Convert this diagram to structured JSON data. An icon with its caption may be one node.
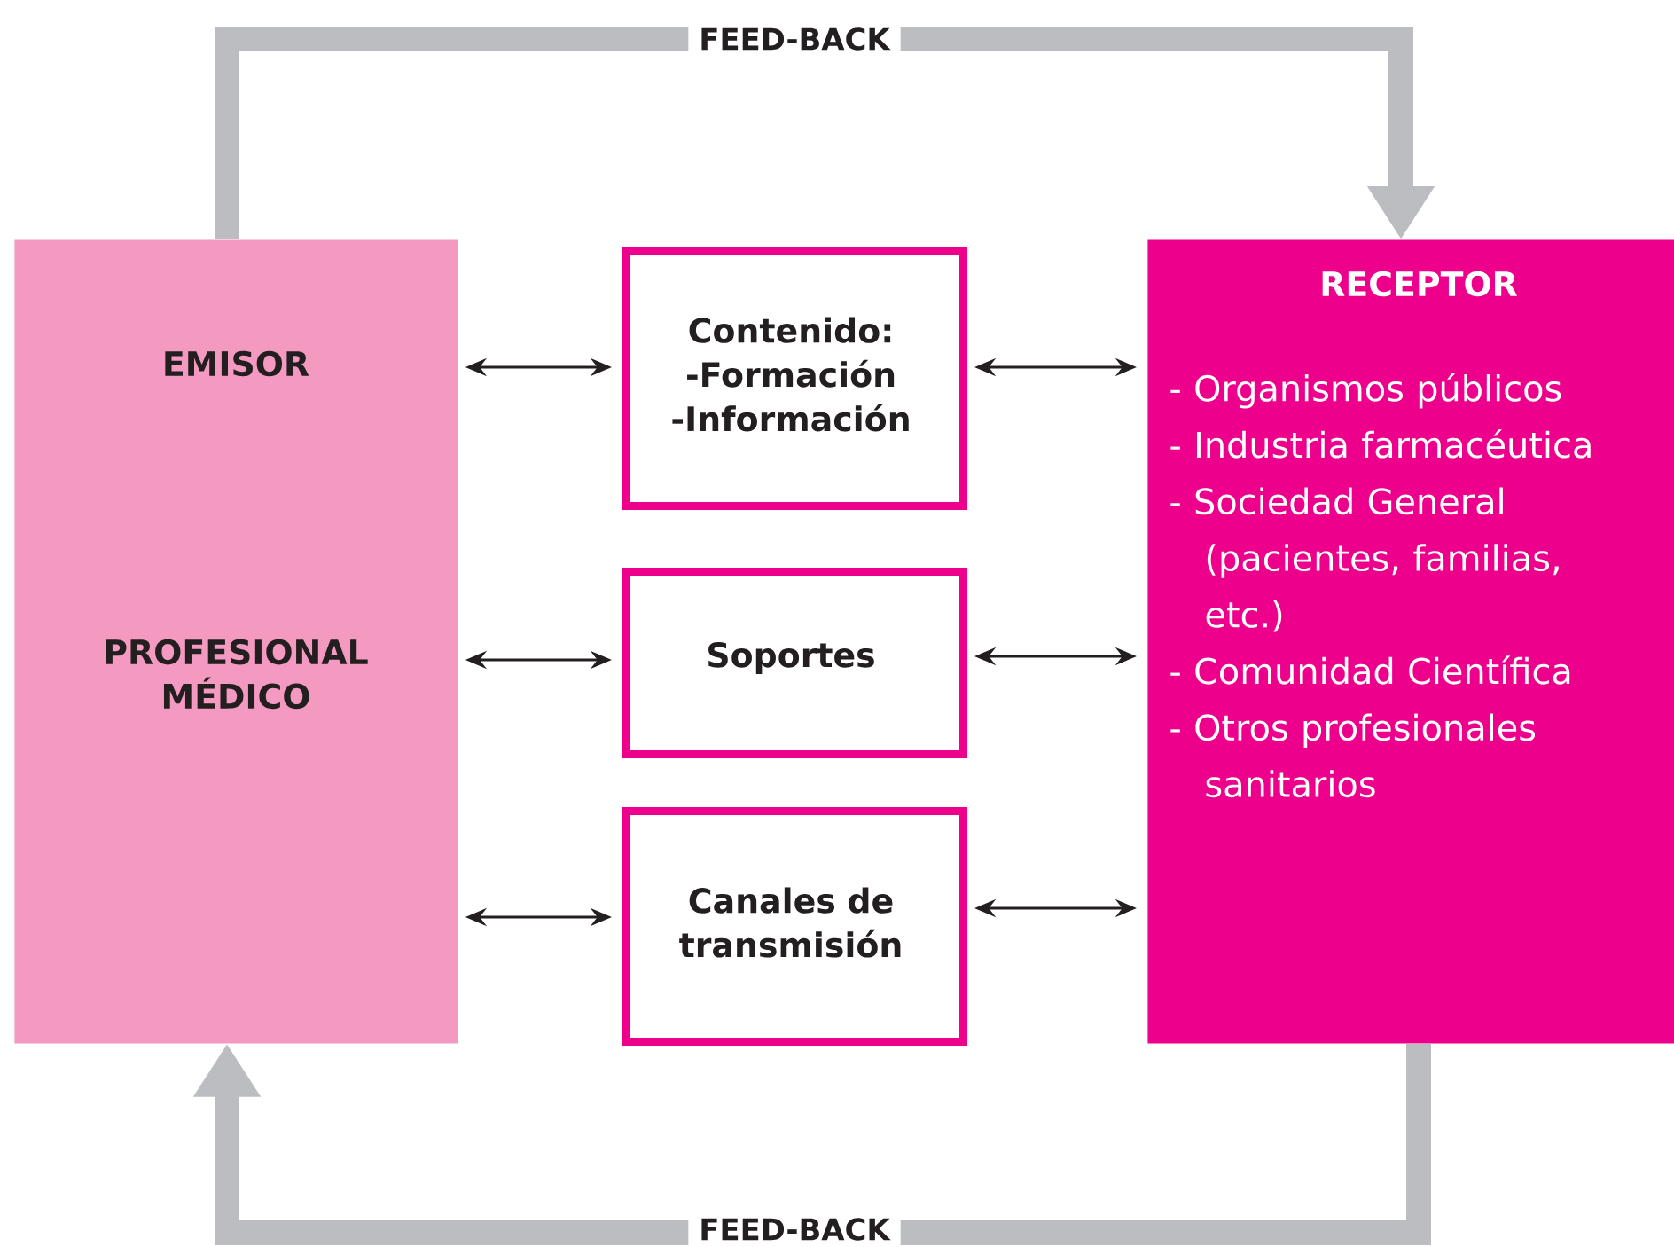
{
  "diagram": {
    "nodes": [
      {
        "text": [
          "EMISOR",
          "PROFESIONAL MÉDICO"
        ]
      },
      {
        "text": [
          "Contenido:",
          "-Formación",
          "-Información"
        ]
      },
      {
        "text": [
          "Soportes"
        ]
      },
      {
        "text": [
          "Canales de transmisión"
        ]
      },
      {
        "text": [
          "RECEPTOR",
          "- Organismos públicos",
          "- Industria farmacéutica",
          "- Sociedad General (pacientes, familias, etc.)",
          "- Comunidad Científica",
          "- Otros profesionales sanitarios"
        ]
      }
    ],
    "edges": [
      {
        "from": 0,
        "to": 1,
        "arrow": "both"
      },
      {
        "from": 1,
        "to": 4,
        "arrow": "both"
      },
      {
        "from": 0,
        "to": 2,
        "arrow": "both"
      },
      {
        "from": 2,
        "to": 4,
        "arrow": "both"
      },
      {
        "from": 0,
        "to": 3,
        "arrow": "both"
      },
      {
        "from": 3,
        "to": 4,
        "arrow": "both"
      },
      {
        "from": 0,
        "to": 4,
        "arrow": "to",
        "label": "FEED-BACK",
        "style": "thick",
        "color": "#bcbdc0"
      },
      {
        "from": 4,
        "to": 0,
        "arrow": "to",
        "label": "FEED-BACK",
        "style": "thick",
        "color": "#bcbdc0"
      }
    ]
  }
}
